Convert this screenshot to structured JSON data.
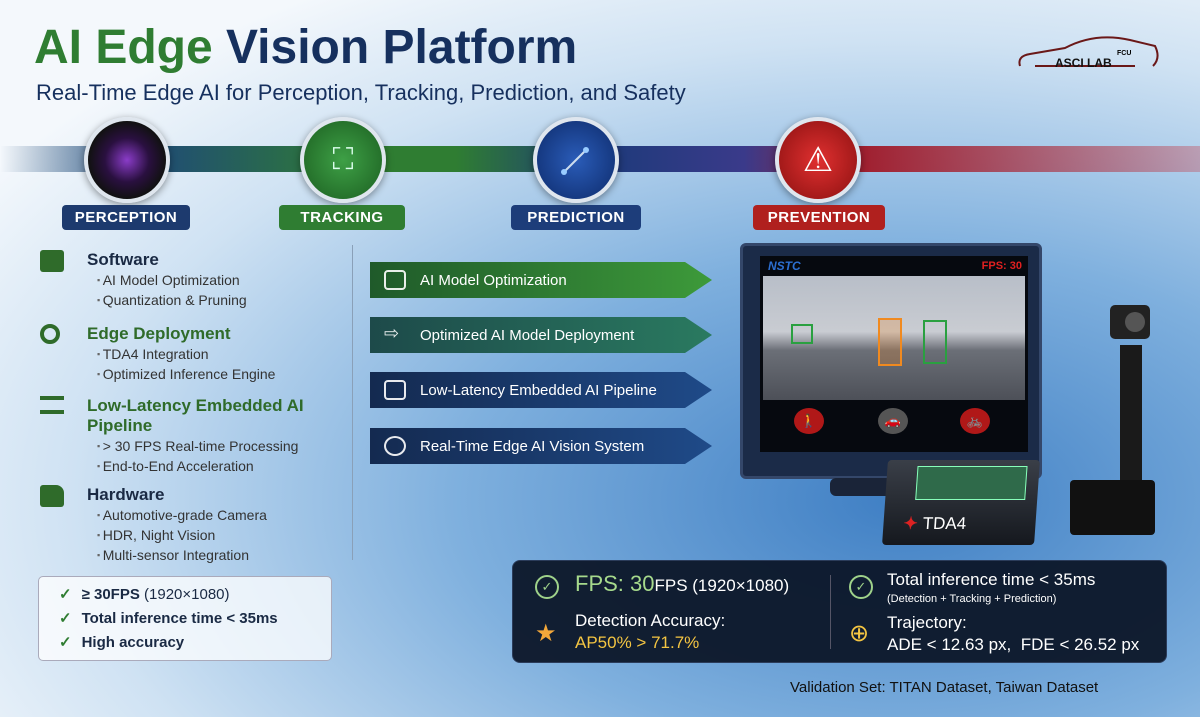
{
  "header": {
    "title_green": "AI Edge",
    "title_rest": " Vision Platform",
    "subtitle": "Real-Time Edge AI for Perception, Tracking, Prediction, and Safety",
    "logo_text": "ASCI LAB",
    "logo_sub": "FCU"
  },
  "stages": [
    {
      "label": "PERCEPTION",
      "icon": "camera-lens-icon",
      "color": "#1d3a6e"
    },
    {
      "label": "TRACKING",
      "icon": "person-tracking-icon",
      "color": "#2f7d32"
    },
    {
      "label": "PREDICTION",
      "icon": "trajectory-icon",
      "color": "#1d3d7a"
    },
    {
      "label": "PREVENTION",
      "icon": "warning-icon",
      "color": "#b0201e"
    }
  ],
  "sections": [
    {
      "title": "Software",
      "icon": "box-icon",
      "items": [
        "AI Model Optimization",
        "Quantization & Pruning"
      ]
    },
    {
      "title": "Edge Deployment",
      "icon": "cycle-icon",
      "items": [
        "TDA4 Integration",
        "Optimized Inference Engine"
      ]
    },
    {
      "title": "Low-Latency Embedded AI Pipeline",
      "icon": "layers-icon",
      "items": [
        "> 30 FPS Real-time Processing",
        "End-to-End Acceleration"
      ]
    },
    {
      "title": "Hardware",
      "icon": "camera-icon",
      "items": [
        "Automotive-grade Camera",
        "HDR, Night Vision",
        "Multi-sensor Integration"
      ]
    }
  ],
  "summary": {
    "fps_bold": "≥ 30FPS",
    "fps_res": " (1920×1080)",
    "inference": "Total inference time < 35ms",
    "accuracy": "High accuracy"
  },
  "pipeline": [
    "AI Model Optimization",
    "Optimized AI Model Deployment",
    "Low-Latency Embedded AI Pipeline",
    "Real-Time Edge AI Vision System"
  ],
  "monitor": {
    "brand": "NSTC",
    "fps": "FPS: 30",
    "device": "TDA4"
  },
  "metrics": {
    "fps_label": "FPS: 30",
    "fps_unit": "FPS (1920×1080)",
    "acc_label": "Detection Accuracy:",
    "acc_value": "AP50% > 71.7%",
    "inf_label": "Total inference time < 35ms",
    "inf_note": "(Detection + Tracking + Prediction)",
    "traj_label": "Trajectory:",
    "traj_value": "ADE < 12.63 px,  FDE < 26.52 px"
  },
  "footer": {
    "validation": "Validation Set: TITAN Dataset, Taiwan Dataset"
  }
}
